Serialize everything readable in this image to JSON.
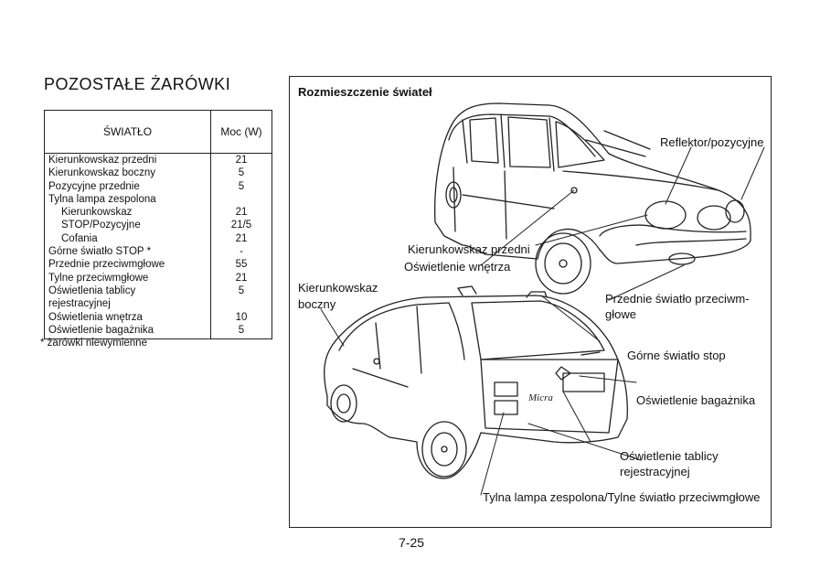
{
  "section_title": "POZOSTAŁE  ŻARÓWKI",
  "table": {
    "headers": {
      "light": "ŚWIATŁO",
      "power": "Moc  (W)"
    },
    "rows": [
      {
        "name": "Kierunkowskaz przedni",
        "watts": "21",
        "indent": false
      },
      {
        "name": "Kierunkowskaz boczny",
        "watts": "5",
        "indent": false
      },
      {
        "name": "Pozycyjne przednie",
        "watts": "5",
        "indent": false
      },
      {
        "name": "Tylna lampa zespolona",
        "watts": "",
        "indent": false
      },
      {
        "name": "Kierunkowskaz",
        "watts": "21",
        "indent": true
      },
      {
        "name": "STOP/Pozycyjne",
        "watts": "21/5",
        "indent": true
      },
      {
        "name": "Cofania",
        "watts": "21",
        "indent": true
      },
      {
        "name": "Górne światło STOP *",
        "watts": "-",
        "indent": false
      },
      {
        "name": "Przednie przeciwmgłowe",
        "watts": "55",
        "indent": false
      },
      {
        "name": "Tylne przeciwmgłowe",
        "watts": "21",
        "indent": false
      },
      {
        "name": "Oświetlenia tablicy",
        "watts": "5",
        "indent": false
      },
      {
        "name": "rejestracyjnej",
        "watts": "",
        "indent": false
      },
      {
        "name": "Oświetlenia wnętrza",
        "watts": "10",
        "indent": false
      },
      {
        "name": "Oświetlenie bagażnika",
        "watts": "5",
        "indent": false
      }
    ]
  },
  "footnote": "* żarówki niewymienne",
  "figure": {
    "title": "Rozmieszczenie świateł",
    "car_badge": "Micra",
    "callouts": {
      "reflektor": "Reflektor/pozycyjne",
      "kier_przedni": "Kierunkowskaz przedni",
      "osw_wnetrza": "Oświetlenie wnętrza",
      "kier_boczny_1": "Kierunkowskaz",
      "kier_boczny_2": "boczny",
      "przeciwmgl_1": "Przednie światło przeciwm-",
      "przeciwmgl_2": "głowe",
      "gorne_stop": "Górne światło stop",
      "osw_bagaznika": "Oświetlenie bagażnika",
      "osw_tablicy_1": "Oświetlenie tablicy",
      "osw_tablicy_2": "rejestracyjnej",
      "tylna_lampa": "Tylna lampa zespolona/Tylne światło przeciwmgłowe"
    }
  },
  "page_number": "7-25"
}
